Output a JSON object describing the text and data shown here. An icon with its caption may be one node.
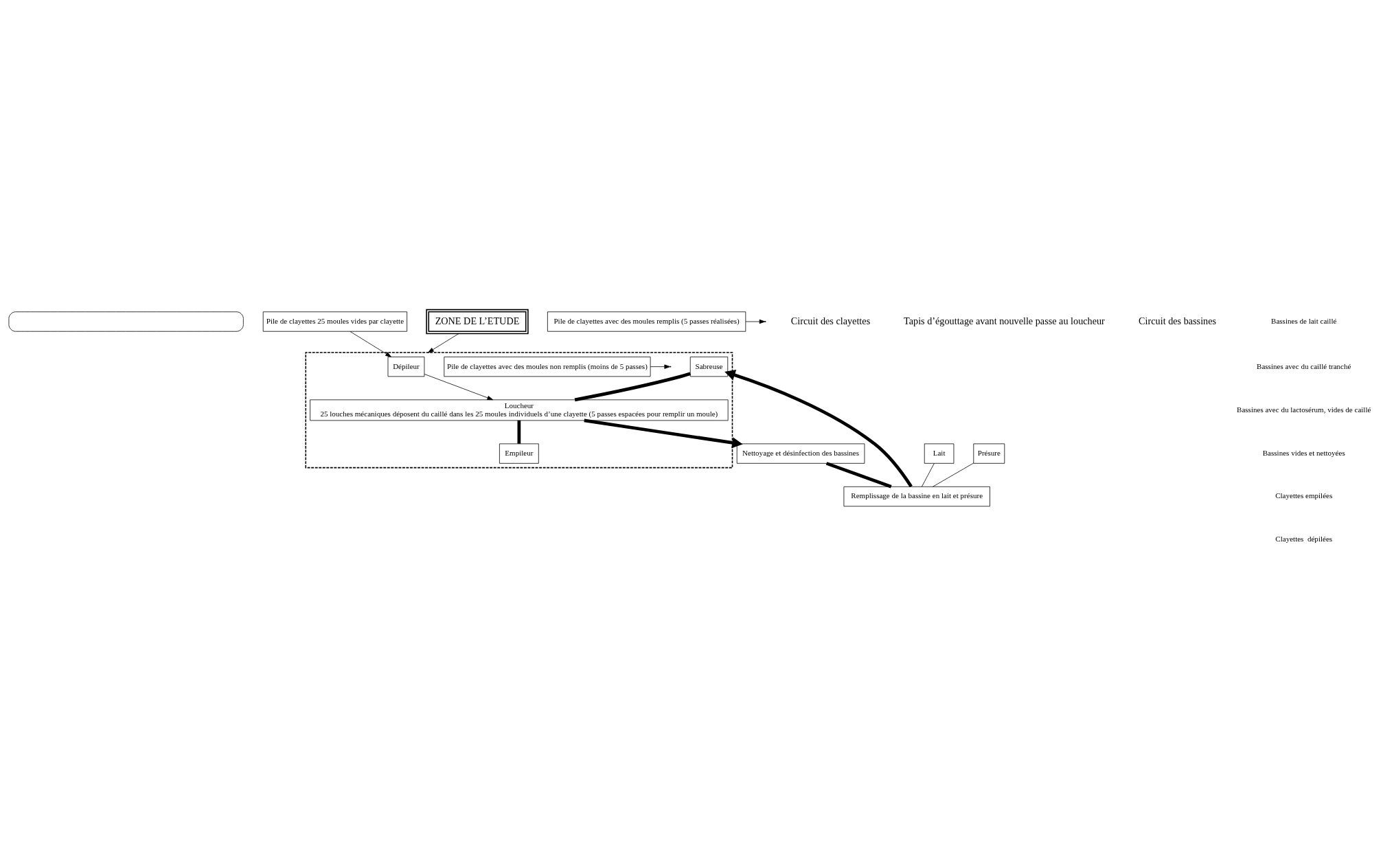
{
  "diagram": {
    "nodes": [
      {
        "text": [],
        "shape": "box"
      },
      {
        "text": [
          "Pile de clayettes 25 moules vides par clayette"
        ]
      },
      {
        "text": [
          "Nettoyage et désinfection des bassines"
        ]
      },
      {
        "text": [
          "Lait"
        ]
      },
      {
        "text": [
          "Présure"
        ]
      },
      {
        "text": [],
        "shape": "box"
      },
      {
        "text": [
          "ZONE DE L’ETUDE"
        ]
      },
      {
        "text": [
          "Remplissage de la bassine en lait et présure"
        ]
      },
      {
        "text": [
          "Dépileur"
        ],
        "in": 5
      },
      {
        "text": [
          "Loucheur",
          "25 louches mécaniques déposent du caillé dans les 25 moules individuels d’une clayette (5 passes espacées pour remplir un moule)"
        ],
        "in": 5
      },
      {
        "text": [
          "Pile de clayettes avec des moules non remplis (moins de 5 passes)"
        ],
        "in": 5
      },
      {
        "text": [
          "Empileur"
        ],
        "in": 5
      },
      {
        "text": [
          "Sabreuse"
        ],
        "in": 5
      },
      {
        "text": [
          "Pile de clayettes avec des moules remplis (5 passes réalisées)"
        ]
      }
    ],
    "edges": [
      {
        "from": 1,
        "to": 8,
        "arrow": "to"
      },
      {
        "from": 8,
        "to": 9,
        "arrow": "to"
      },
      {
        "from": 9,
        "to": 11,
        "arrow": "none",
        "style": "thick"
      },
      {
        "from": 7,
        "to": 12,
        "arrow": "to",
        "style": "thick"
      },
      {
        "from": 12,
        "to": 9,
        "arrow": "none",
        "style": "thick"
      },
      {
        "from": 9,
        "to": 2,
        "arrow": "to",
        "style": "thick"
      },
      {
        "from": 2,
        "to": 7,
        "arrow": "none",
        "style": "thick"
      },
      {
        "from": 3,
        "to": 7,
        "arrow": "none"
      },
      {
        "from": 4,
        "to": 7,
        "arrow": "none"
      },
      {
        "from": 6,
        "to": 5,
        "arrow": "to"
      },
      {
        "from": 10,
        "to": null,
        "arrow": "to"
      },
      {
        "from": 13,
        "to": null,
        "arrow": "to"
      }
    ],
    "labels": [
      "Circuit des clayettes",
      "Tapis d’égouttage avant nouvelle passe au loucheur",
      "Circuit des bassines"
    ],
    "legend": [
      {
        "text": "Bassines de lait caillé"
      },
      {
        "text": "Bassines avec du caillé tranché"
      },
      {
        "text": "Bassines avec du lactosérum, vides de caillé"
      },
      {
        "text": "Bassines vides et nettoyées"
      },
      {
        "text": "Clayettes empilées"
      },
      {
        "text": "Clayettes  dépilées"
      }
    ]
  }
}
